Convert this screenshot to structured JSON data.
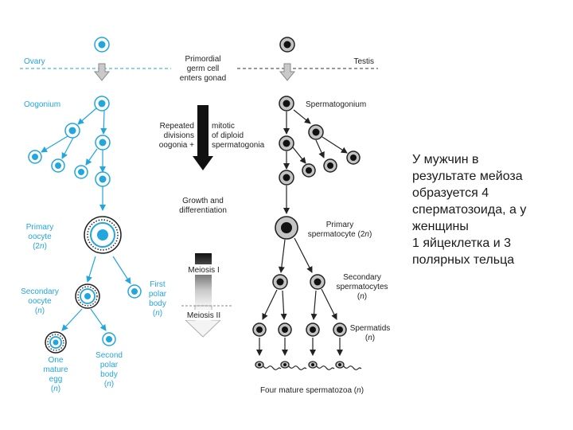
{
  "labels": {
    "ovary": "Ovary",
    "testis": "Testis",
    "oogonium": "Oogonium",
    "spermatogonium": "Spermatogonium",
    "primordial": [
      "Primordial",
      "germ cell",
      "enters gonad"
    ],
    "repeated_divisions": [
      "Repeated",
      "divisions",
      "oogonia +"
    ],
    "mitotic": [
      "mitotic",
      "of diploid",
      "spermatogonia"
    ],
    "growth": [
      "Growth and",
      "differentiation"
    ],
    "primary_oocyte": [
      "Primary",
      "oocyte",
      "(2",
      "n",
      ")"
    ],
    "primary_spermatocyte": [
      "Primary",
      "spermatocyte (2",
      "n",
      ")"
    ],
    "meiosis_1": "Meiosis I",
    "meiosis_2": "Meiosis II",
    "secondary_oocyte": [
      "Secondary",
      "oocyte",
      "(",
      "n",
      ")"
    ],
    "first_polar_body": [
      "First",
      "polar",
      "body",
      "(",
      "n",
      ")"
    ],
    "secondary_spermatocytes": [
      "Secondary",
      "spermatocytes",
      "(",
      "n",
      ")"
    ],
    "spermatids": [
      "Spermatids",
      "(",
      "n",
      ")"
    ],
    "mature_egg": [
      "One",
      "mature",
      "egg",
      "(",
      "n",
      ")"
    ],
    "second_polar_body": [
      "Second",
      "polar",
      "body",
      "(",
      "n",
      ")"
    ],
    "four_spermatozoa": [
      "Four mature spermatozoa (",
      "n",
      ")"
    ]
  },
  "side_note": [
    "У мужчин в",
    "результате мейоза",
    "образуется 4",
    "сперматозоида, а у",
    "женщины",
    "1 яйцеклетка и 3",
    "полярных тельца"
  ],
  "colors": {
    "female": "#22a6dd",
    "male": "#222222",
    "arrow_gray": "#9a9a9a"
  }
}
